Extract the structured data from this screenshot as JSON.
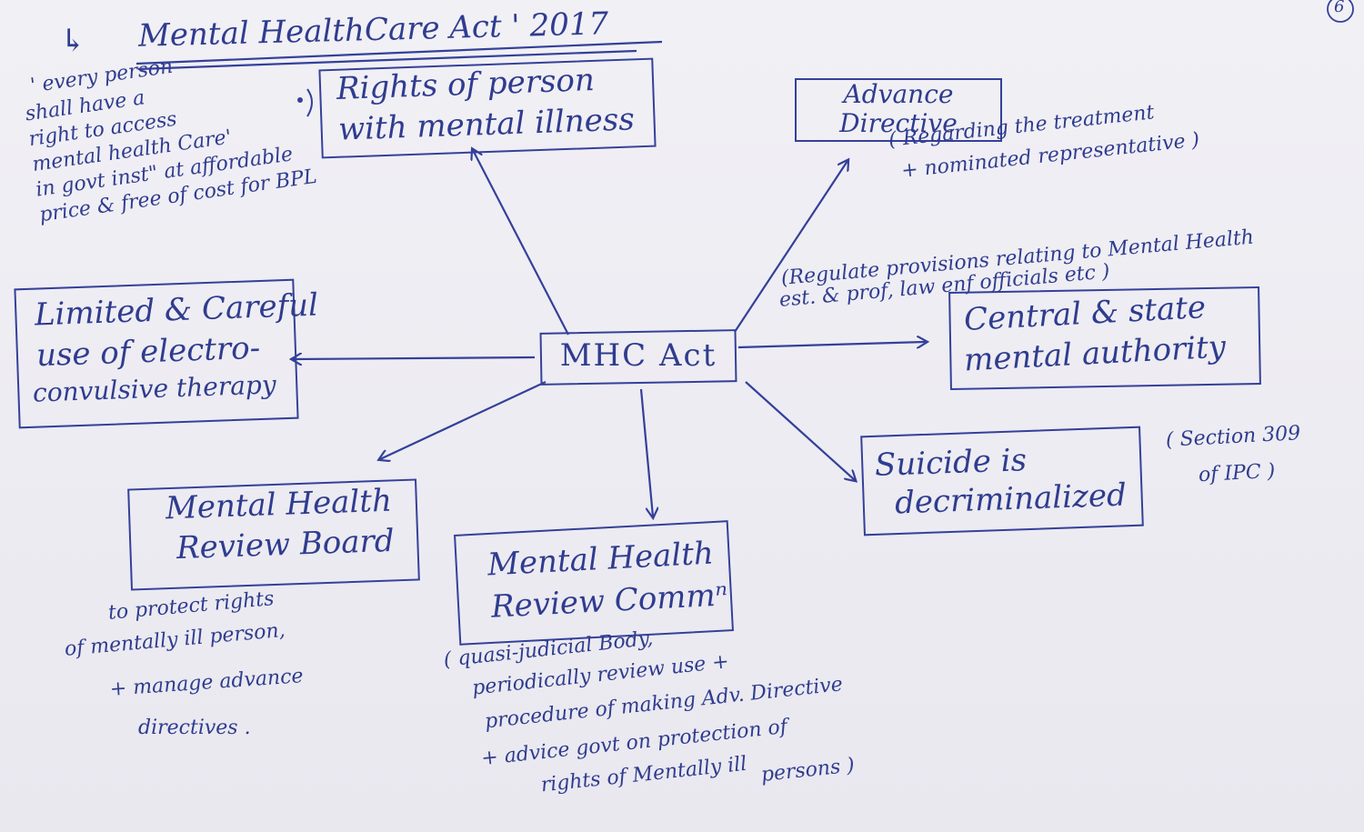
{
  "page_number": "6",
  "title": "Mental HealthCare Act ' 2017",
  "arrow_symbol": "↳",
  "center_node": "MHC Act",
  "nodes": {
    "rights": {
      "line1": "Rights of person",
      "line2": "with mental illness"
    },
    "rights_note": {
      "line1": "' every person",
      "line2": "shall have a",
      "line3": "right to access",
      "line4": "mental health Care'",
      "line5": "in govt inst\" at affordable",
      "line6": "price & free of cost for BPL"
    },
    "advance": {
      "line1": "Advance",
      "line2": "Directive"
    },
    "advance_note": {
      "line1": "( Regarding the treatment",
      "line2": "+ nominated representative )"
    },
    "authority_note": {
      "line1": "(Regulate provisions relating to Mental Health",
      "line2": "est. & prof, law enf officials etc )"
    },
    "authority": {
      "line1": "Central & state",
      "line2": "mental authority"
    },
    "suicide": {
      "line1": "Suicide is",
      "line2": "decriminalized"
    },
    "suicide_note": {
      "line1": "( Section 309",
      "line2": "of IPC )"
    },
    "ect": {
      "line1": "Limited & Careful",
      "line2": "use of electro-",
      "line3": "convulsive therapy"
    },
    "board": {
      "line1": "Mental Health",
      "line2": "Review Board"
    },
    "board_note": {
      "line1": "to protect rights",
      "line2": "of mentally ill person,",
      "line3": "+ manage advance",
      "line4": "directives ."
    },
    "commission": {
      "line1": "Mental Health",
      "line2": "Review Commⁿ"
    },
    "commission_note": {
      "line1": "( quasi-judicial Body,",
      "line2": "periodically review use +",
      "line3": "procedure of making Adv. Directive",
      "line4": "+ advice govt on protection of",
      "line5": "rights of Mentally ill",
      "line6": "persons )"
    }
  }
}
